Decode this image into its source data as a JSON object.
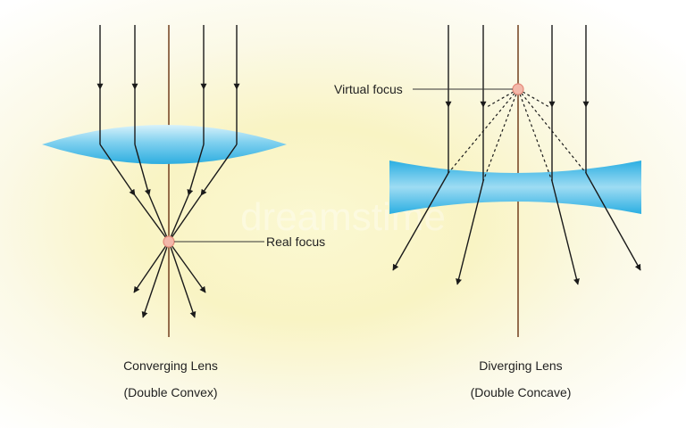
{
  "annotations": {
    "real_focus": "Real focus",
    "virtual_focus": "Virtual focus"
  },
  "captions": {
    "converging_title": "Converging Lens",
    "converging_subtitle": "(Double Convex)",
    "diverging_title": "Diverging Lens",
    "diverging_subtitle": "(Double Concave)"
  },
  "watermark": "dreamstime",
  "colors": {
    "lens_light": "#bfe8f6",
    "lens_dark": "#34b2e2",
    "ray": "#1a1a1a",
    "axis": "#7a4a2a",
    "focus_marker": "#e58a7a"
  }
}
